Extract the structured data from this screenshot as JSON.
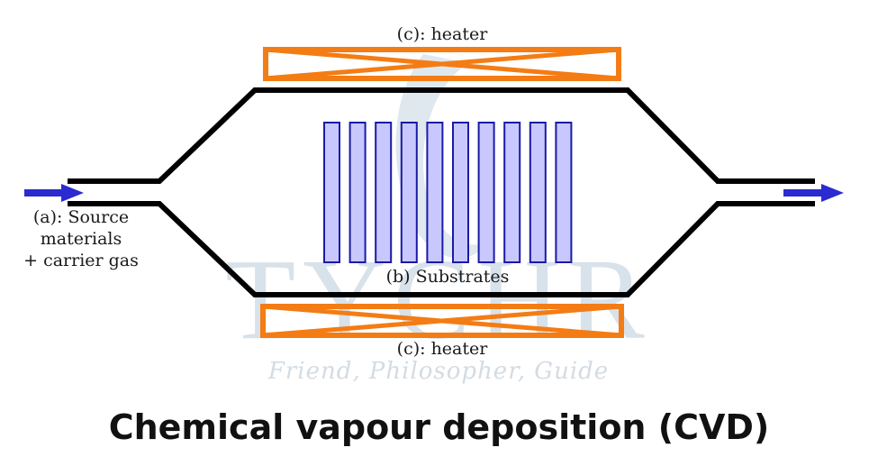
{
  "title": "Chemical vapour deposition (CVD)",
  "labels": {
    "inlet": [
      "(a): Source",
      "materials",
      "+ carrier gas"
    ],
    "substrates": "(b) Substrates",
    "heater_top": "(c): heater",
    "heater_bottom": "(c): heater"
  },
  "watermark": {
    "brand": "TYCHR",
    "tagline": "Friend, Philosopher, Guide"
  },
  "components": {
    "substrate_count": 10,
    "inlet_arrow": "arrow-right-icon",
    "outlet_arrow": "arrow-right-icon"
  },
  "colors": {
    "heater": "#f47c14",
    "substrate_fill": "#c8c8ff",
    "substrate_stroke": "#1a1aa6",
    "chamber": "#000000",
    "arrow": "#2b2bd0"
  }
}
